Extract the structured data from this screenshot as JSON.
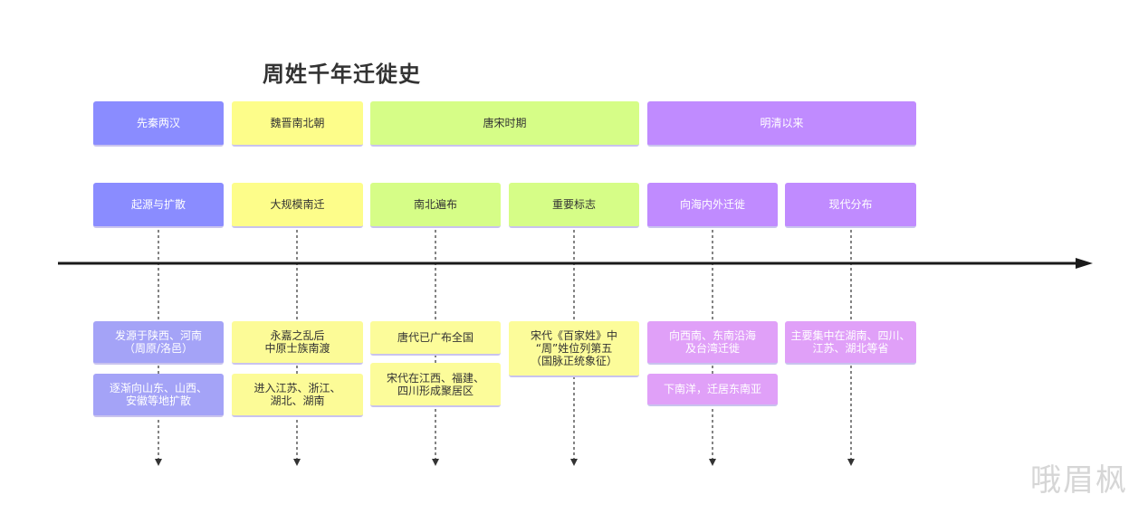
{
  "title": "周姓千年迁徙史",
  "watermark": "哦眉枫",
  "periods": [
    {
      "label": "先秦两汉",
      "color": "#8a8cff"
    },
    {
      "label": "魏晋南北朝",
      "color": "#fdfd8a"
    },
    {
      "label": "唐宋时期",
      "color": "#d6fd87"
    },
    {
      "label": "明清以来",
      "color": "#c08bff"
    }
  ],
  "topics": [
    {
      "label": "起源与扩散",
      "notes": [
        "发源于陕西、河南\n（周原/洛邑）",
        "逐渐向山东、山西、\n安徽等地扩散"
      ]
    },
    {
      "label": "大规模南迁",
      "notes": [
        "永嘉之乱后\n中原士族南渡",
        "进入江苏、浙江、\n湖北、湖南"
      ]
    },
    {
      "label": "南北遍布",
      "notes": [
        "唐代已广布全国",
        "宋代在江西、福建、\n四川形成聚居区"
      ]
    },
    {
      "label": "重要标志",
      "notes": [
        "宋代《百家姓》中\n“周”姓位列第五\n（国脉正统象征）"
      ]
    },
    {
      "label": "向海内外迁徙",
      "notes": [
        "向西南、东南沿海\n及台湾迁徙",
        "下南洋，迁居东南亚"
      ]
    },
    {
      "label": "现代分布",
      "notes": [
        "主要集中在湖南、四川、\n江苏、湖北等省"
      ]
    }
  ],
  "colors": {
    "axis": "#1a1a1a",
    "guide": "#333333"
  }
}
